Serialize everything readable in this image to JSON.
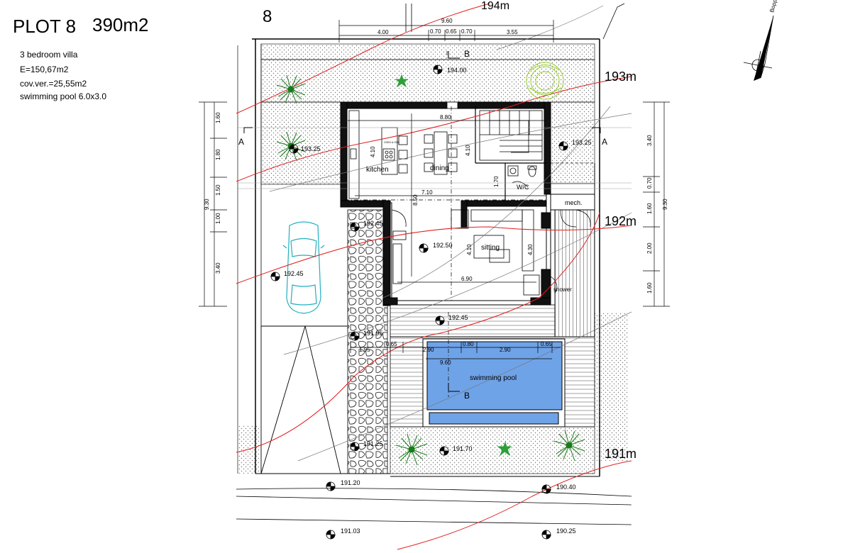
{
  "header": {
    "plot_label": "PLOT 8",
    "plot_area": "390m2",
    "details": [
      "3 bedroom villa",
      "E=150,67m2",
      "cov.ver.=25,55m2",
      "swimming pool 6.0x3.0"
    ],
    "lot_number": "8"
  },
  "north_arrow_label": "Βορράς",
  "contours": [
    "194m",
    "193m",
    "192m",
    "191m"
  ],
  "rooms": {
    "kitchen": "kitchen",
    "dining": "dining",
    "wc": "W/C",
    "mech": "mech.",
    "sitting": "sitting",
    "shower": "shower",
    "pool": "swimming pool",
    "oven": "OVEN & HOB"
  },
  "levels": [
    "194.00",
    "193.25",
    "193.25",
    "192.45",
    "192.50",
    "192.45",
    "192.45",
    "191.95",
    "191.25",
    "191.70",
    "191.20",
    "190.40",
    "191.03",
    "190.25"
  ],
  "dimensions": {
    "top_total": "9.60",
    "top_parts": [
      "4.00",
      "0.70",
      "0.65",
      "0.70",
      "3.55"
    ],
    "left_parts": [
      "1.60",
      "1.80",
      "1.50",
      "1.00",
      "3.40"
    ],
    "left_total": "9.30",
    "right_parts": [
      "3.40",
      "0.70",
      "1.60",
      "2.00",
      "1.60"
    ],
    "right_total": "9.30",
    "interior": [
      "8.80",
      "4.10",
      "4.10",
      "7.10",
      "8.50",
      "1.70",
      "4.10",
      "4.30",
      "6.90"
    ],
    "pool_top": [
      "1.95",
      "0.65",
      "2.90",
      "0.80",
      "2.90",
      "0.65"
    ],
    "pool_width": "9.60"
  },
  "section_markers": {
    "a": "A",
    "b": "B"
  }
}
